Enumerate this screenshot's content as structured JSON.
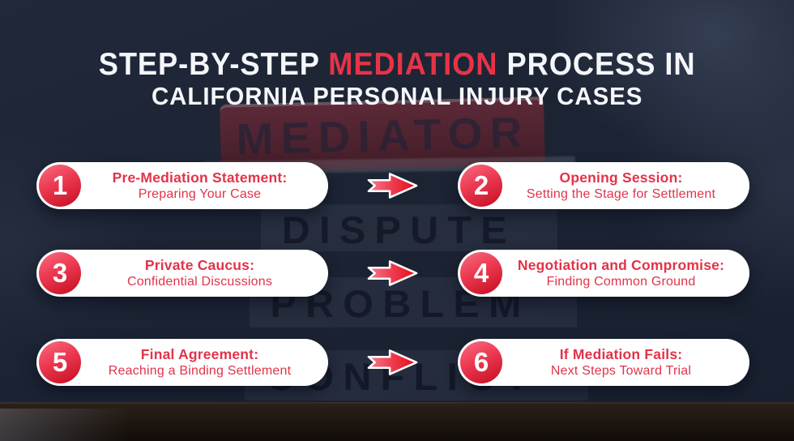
{
  "title": {
    "line1_prefix": "STEP-BY-STEP ",
    "line1_highlight": "MEDIATION",
    "line1_suffix": " PROCESS IN",
    "line2": "CALIFORNIA PERSONAL INJURY CASES"
  },
  "steps": [
    {
      "number": "1",
      "heading": "Pre-Mediation Statement:",
      "subheading": "Preparing Your Case"
    },
    {
      "number": "2",
      "heading": "Opening Session:",
      "subheading": "Setting the Stage for Settlement"
    },
    {
      "number": "3",
      "heading": "Private Caucus:",
      "subheading": "Confidential Discussions"
    },
    {
      "number": "4",
      "heading": "Negotiation and Compromise:",
      "subheading": "Finding Common Ground"
    },
    {
      "number": "5",
      "heading": "Final Agreement:",
      "subheading": "Reaching a Binding Settlement"
    },
    {
      "number": "6",
      "heading": "If Mediation Fails:",
      "subheading": "Next Steps Toward Trial"
    }
  ],
  "background_photo": {
    "sign_text": "MEDIATOR",
    "block_words": [
      "DISPUTE",
      "PROBLEM",
      "CONFLICT"
    ]
  },
  "icons": {
    "step_arrow": "arrow-right"
  },
  "colors": {
    "background_navy": "#1c2434",
    "card_white": "#ffffff",
    "step_text_red": "#e23349",
    "circle_gradient_top": "#f66e82",
    "circle_gradient_bottom": "#c30d1f",
    "arrow_red": "#e30b17",
    "title_white": "#f5f6fa",
    "title_highlight_red": "#e73348",
    "mediator_sign_maroon": "#4a212d"
  }
}
